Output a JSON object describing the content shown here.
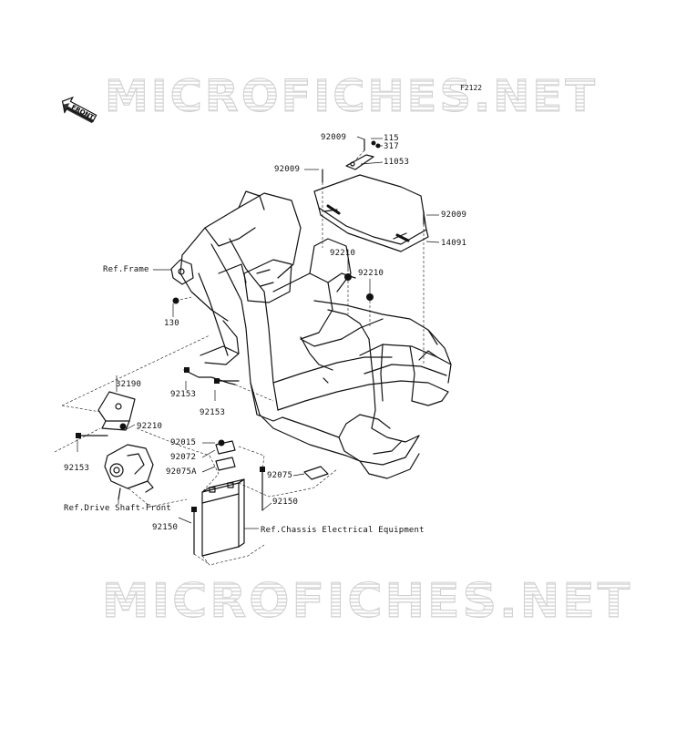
{
  "figure_id": "F2122",
  "watermark_text": "MICROFICHES.NET",
  "front_arrow_label": "FRONT",
  "callouts": {
    "p92009a": "92009",
    "p115": "115",
    "p317": "317",
    "p92009b": "92009",
    "p11053": "11053",
    "p92009c": "92009",
    "p14091": "14091",
    "p92210a": "92210",
    "p92210b": "92210",
    "ref_frame": "Ref.Frame",
    "p130": "130",
    "p92153a": "92153",
    "p92153b": "92153",
    "p32190": "32190",
    "p92210c": "92210",
    "p92153c": "92153",
    "p92015": "92015",
    "p92072": "92072",
    "p92075A": "92075A",
    "p92075": "92075",
    "p92150a": "92150",
    "ref_drive": "Ref.Drive Shaft-Front",
    "p92150b": "92150",
    "ref_chassis": "Ref.Chassis Electrical Equipment"
  }
}
